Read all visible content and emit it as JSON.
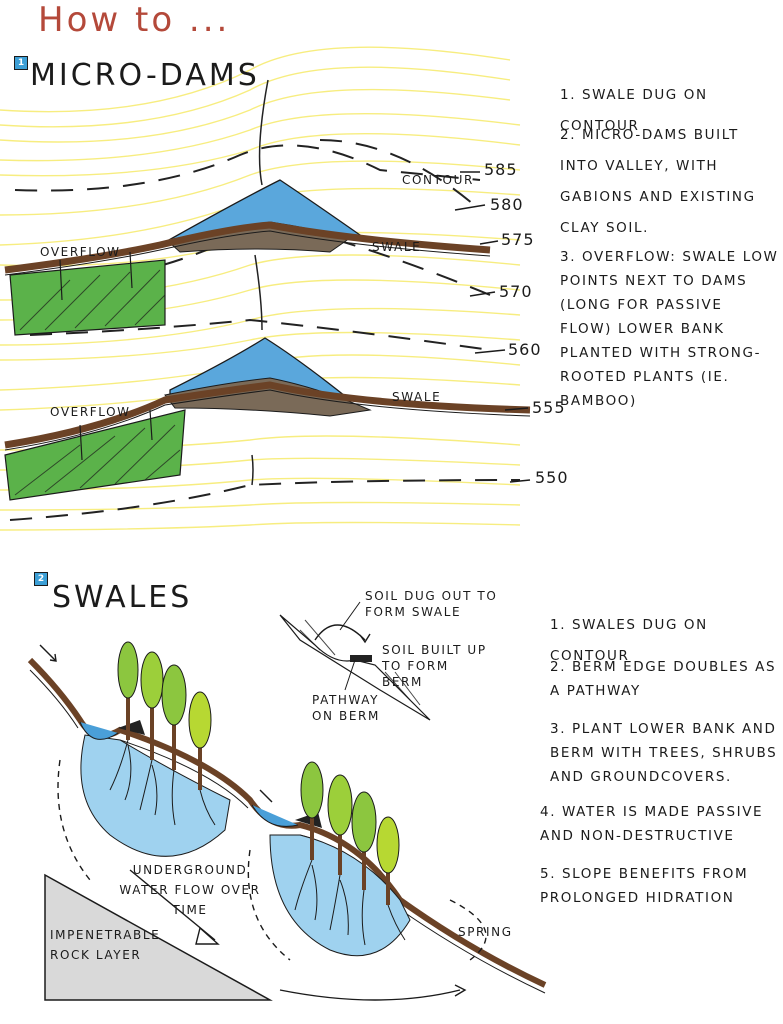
{
  "title": "How to ...",
  "section1": {
    "badge": "1",
    "title": "MICRO-DAMS",
    "notes": [
      "1. Swale dug on contour",
      "2. Micro-dams built into valley, with gabions and existing clay soil.",
      "3. Overflow: Swale low points next to dams (long for passive flow) lower bank planted with strong-rooted plants (ie. bamboo)"
    ],
    "labels": {
      "contour": "contour",
      "overflow_upper": "Overflow",
      "overflow_lower": "Overflow",
      "swale_upper": "Swale",
      "swale_lower": "Swale"
    },
    "elevations": [
      "585",
      "580",
      "575",
      "570",
      "560",
      "555",
      "550"
    ]
  },
  "section2": {
    "badge": "2",
    "title": "SWALES",
    "notes": [
      "1. Swales dug on contour",
      "2. Berm edge doubles as a pathway",
      "3. Plant lower bank and berm with trees, shrubs and groundcovers.",
      "4. Water is made passive and non-destructive",
      "5. Slope benefits from prolonged hidration"
    ],
    "labels": {
      "soil_dug": "Soil dug out to form swale",
      "soil_built": "Soil built up to form berm",
      "pathway": "Pathway on berm",
      "underground": "Underground water flow over time",
      "rock": "Impenetrable rock layer",
      "spring": "Spring"
    }
  },
  "colors": {
    "title": "#b4493a",
    "badge": "#3c9fd6",
    "contour_wash": "#fbf5a0",
    "water": "#6fb9e3",
    "grass": "#5bb24a",
    "berm": "#6b4226",
    "tree": "#8cc63f",
    "rock": "#d9d9d9"
  }
}
